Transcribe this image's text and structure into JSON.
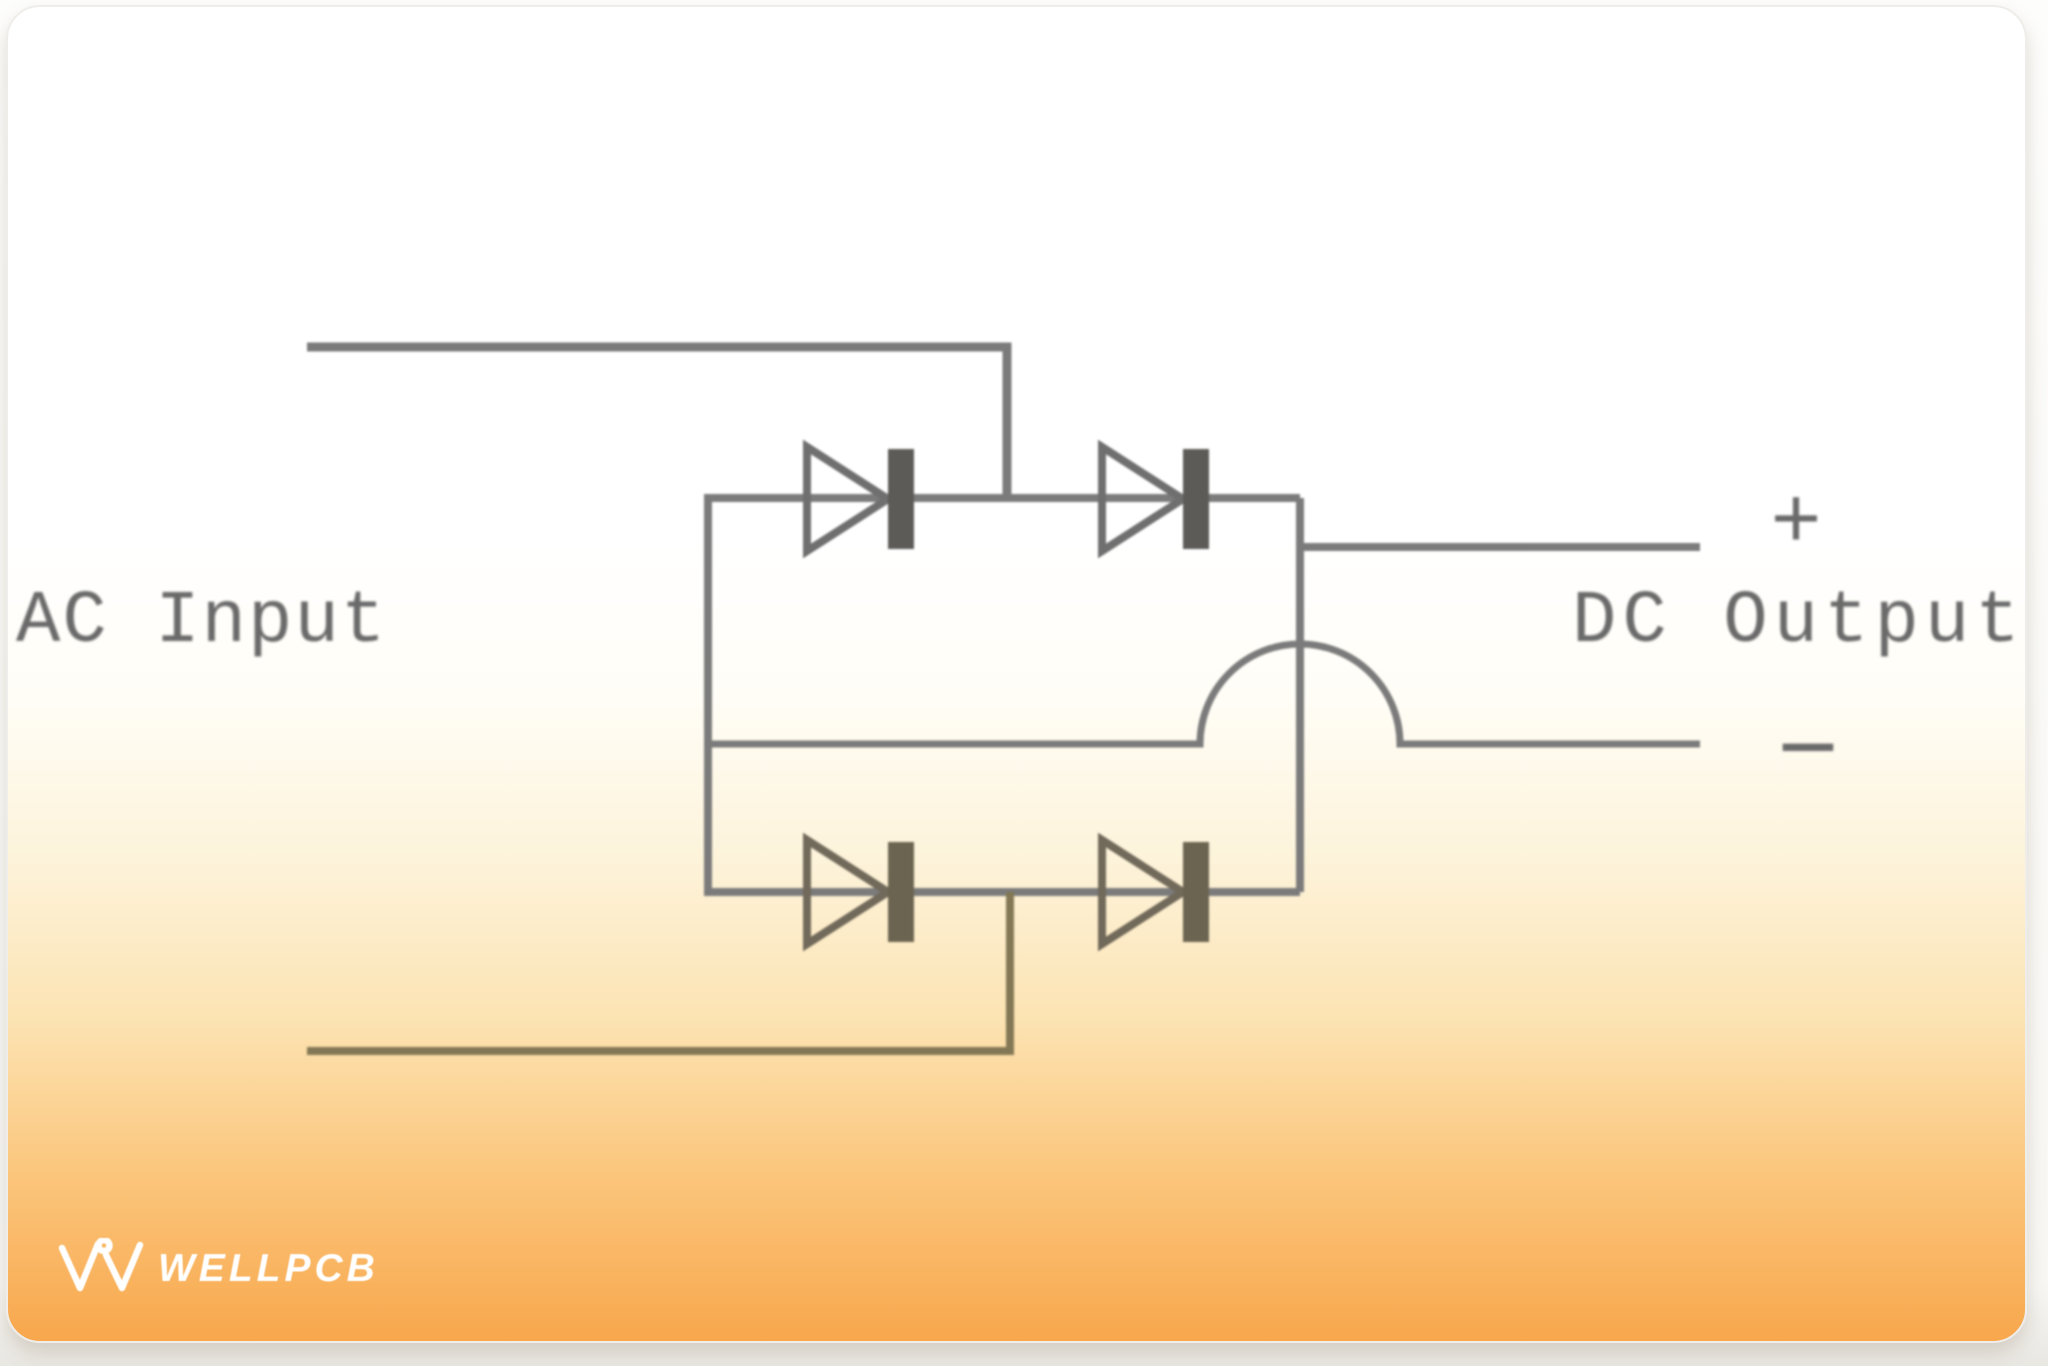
{
  "labels": {
    "ac_input": "AC Input",
    "dc_output": "DC Output",
    "plus": "+",
    "minus": "−"
  },
  "logo": {
    "brand": "WELLPCB"
  },
  "colors": {
    "wire": "#7b7b7b",
    "bottom_ac_wire": "#837855",
    "diode_bar_top": "#5d5b57",
    "diode_bar_bottom": "#6b6450",
    "label_text": "#6a6a6a",
    "card_gradient_top": "#ffffff",
    "card_gradient_bottom": "#f8a74c",
    "logo_text": "#ffffff"
  }
}
